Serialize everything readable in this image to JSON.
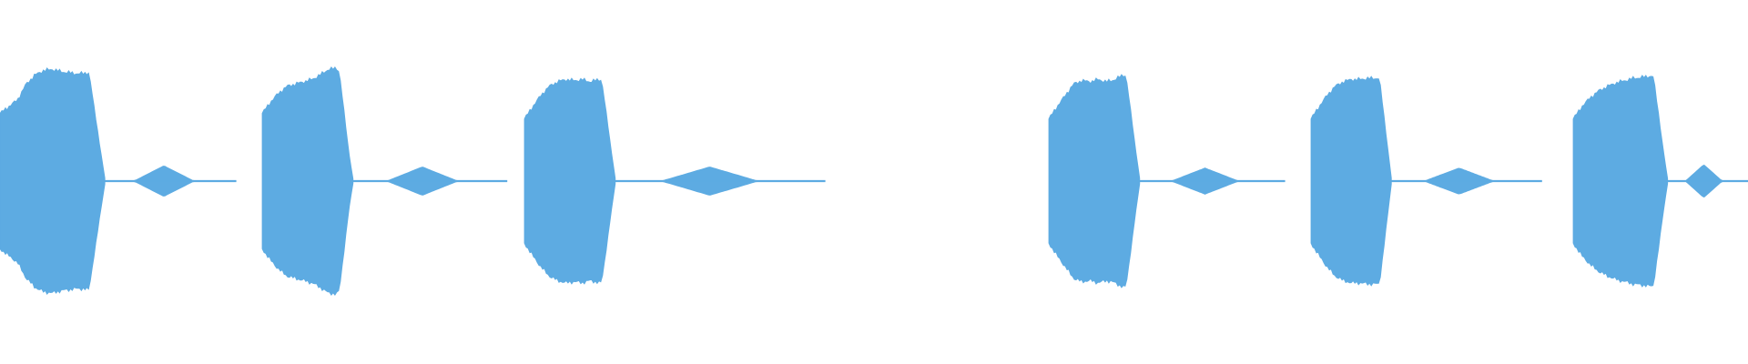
{
  "waveform": {
    "color": "#5dabe2",
    "background": "#ffffff",
    "segments": [
      {
        "name": "burst-1",
        "kind": "burst",
        "t0": 0.0,
        "t1": 0.06,
        "amplitude": [
          0.6,
          0.66,
          0.72,
          0.86,
          0.94,
          0.98,
          0.99,
          0.97,
          0.96,
          0.95,
          0.96,
          0.94,
          0.9
        ]
      },
      {
        "name": "tail-1",
        "kind": "tail",
        "t0": 0.06,
        "t1": 0.135,
        "amplitude": 0.13
      },
      {
        "name": "burst-2",
        "kind": "burst",
        "t0": 0.15,
        "t1": 0.202,
        "amplitude": [
          0.6,
          0.7,
          0.78,
          0.84,
          0.86,
          0.88,
          0.9,
          0.94,
          0.99,
          1.0,
          0.9,
          0.7
        ]
      },
      {
        "name": "tail-2",
        "kind": "tail",
        "t0": 0.202,
        "t1": 0.29,
        "amplitude": 0.12
      },
      {
        "name": "burst-3",
        "kind": "burst",
        "t0": 0.3,
        "t1": 0.352,
        "amplitude": [
          0.55,
          0.66,
          0.76,
          0.84,
          0.88,
          0.9,
          0.89,
          0.9,
          0.88,
          0.9,
          0.89,
          0.86
        ]
      },
      {
        "name": "tail-3",
        "kind": "tail",
        "t0": 0.352,
        "t1": 0.472,
        "amplitude": 0.12
      },
      {
        "name": "burst-4",
        "kind": "burst",
        "t0": 0.6,
        "t1": 0.652,
        "amplitude": [
          0.55,
          0.66,
          0.76,
          0.86,
          0.89,
          0.88,
          0.9,
          0.88,
          0.9,
          0.94,
          0.92,
          0.88
        ]
      },
      {
        "name": "tail-4",
        "kind": "tail",
        "t0": 0.652,
        "t1": 0.735,
        "amplitude": 0.11
      },
      {
        "name": "burst-5",
        "kind": "burst",
        "t0": 0.75,
        "t1": 0.796,
        "amplitude": [
          0.55,
          0.66,
          0.76,
          0.84,
          0.88,
          0.9,
          0.9,
          0.91,
          0.91,
          0.92,
          0.9
        ]
      },
      {
        "name": "tail-5",
        "kind": "tail",
        "t0": 0.796,
        "t1": 0.882,
        "amplitude": 0.11
      },
      {
        "name": "burst-6",
        "kind": "burst",
        "t0": 0.9,
        "t1": 0.954,
        "amplitude": [
          0.55,
          0.66,
          0.74,
          0.8,
          0.84,
          0.87,
          0.89,
          0.91,
          0.92,
          0.93,
          0.92,
          0.8
        ]
      },
      {
        "name": "tail-6",
        "kind": "tail",
        "t0": 0.954,
        "t1": 1.0,
        "amplitude": 0.14
      }
    ]
  }
}
